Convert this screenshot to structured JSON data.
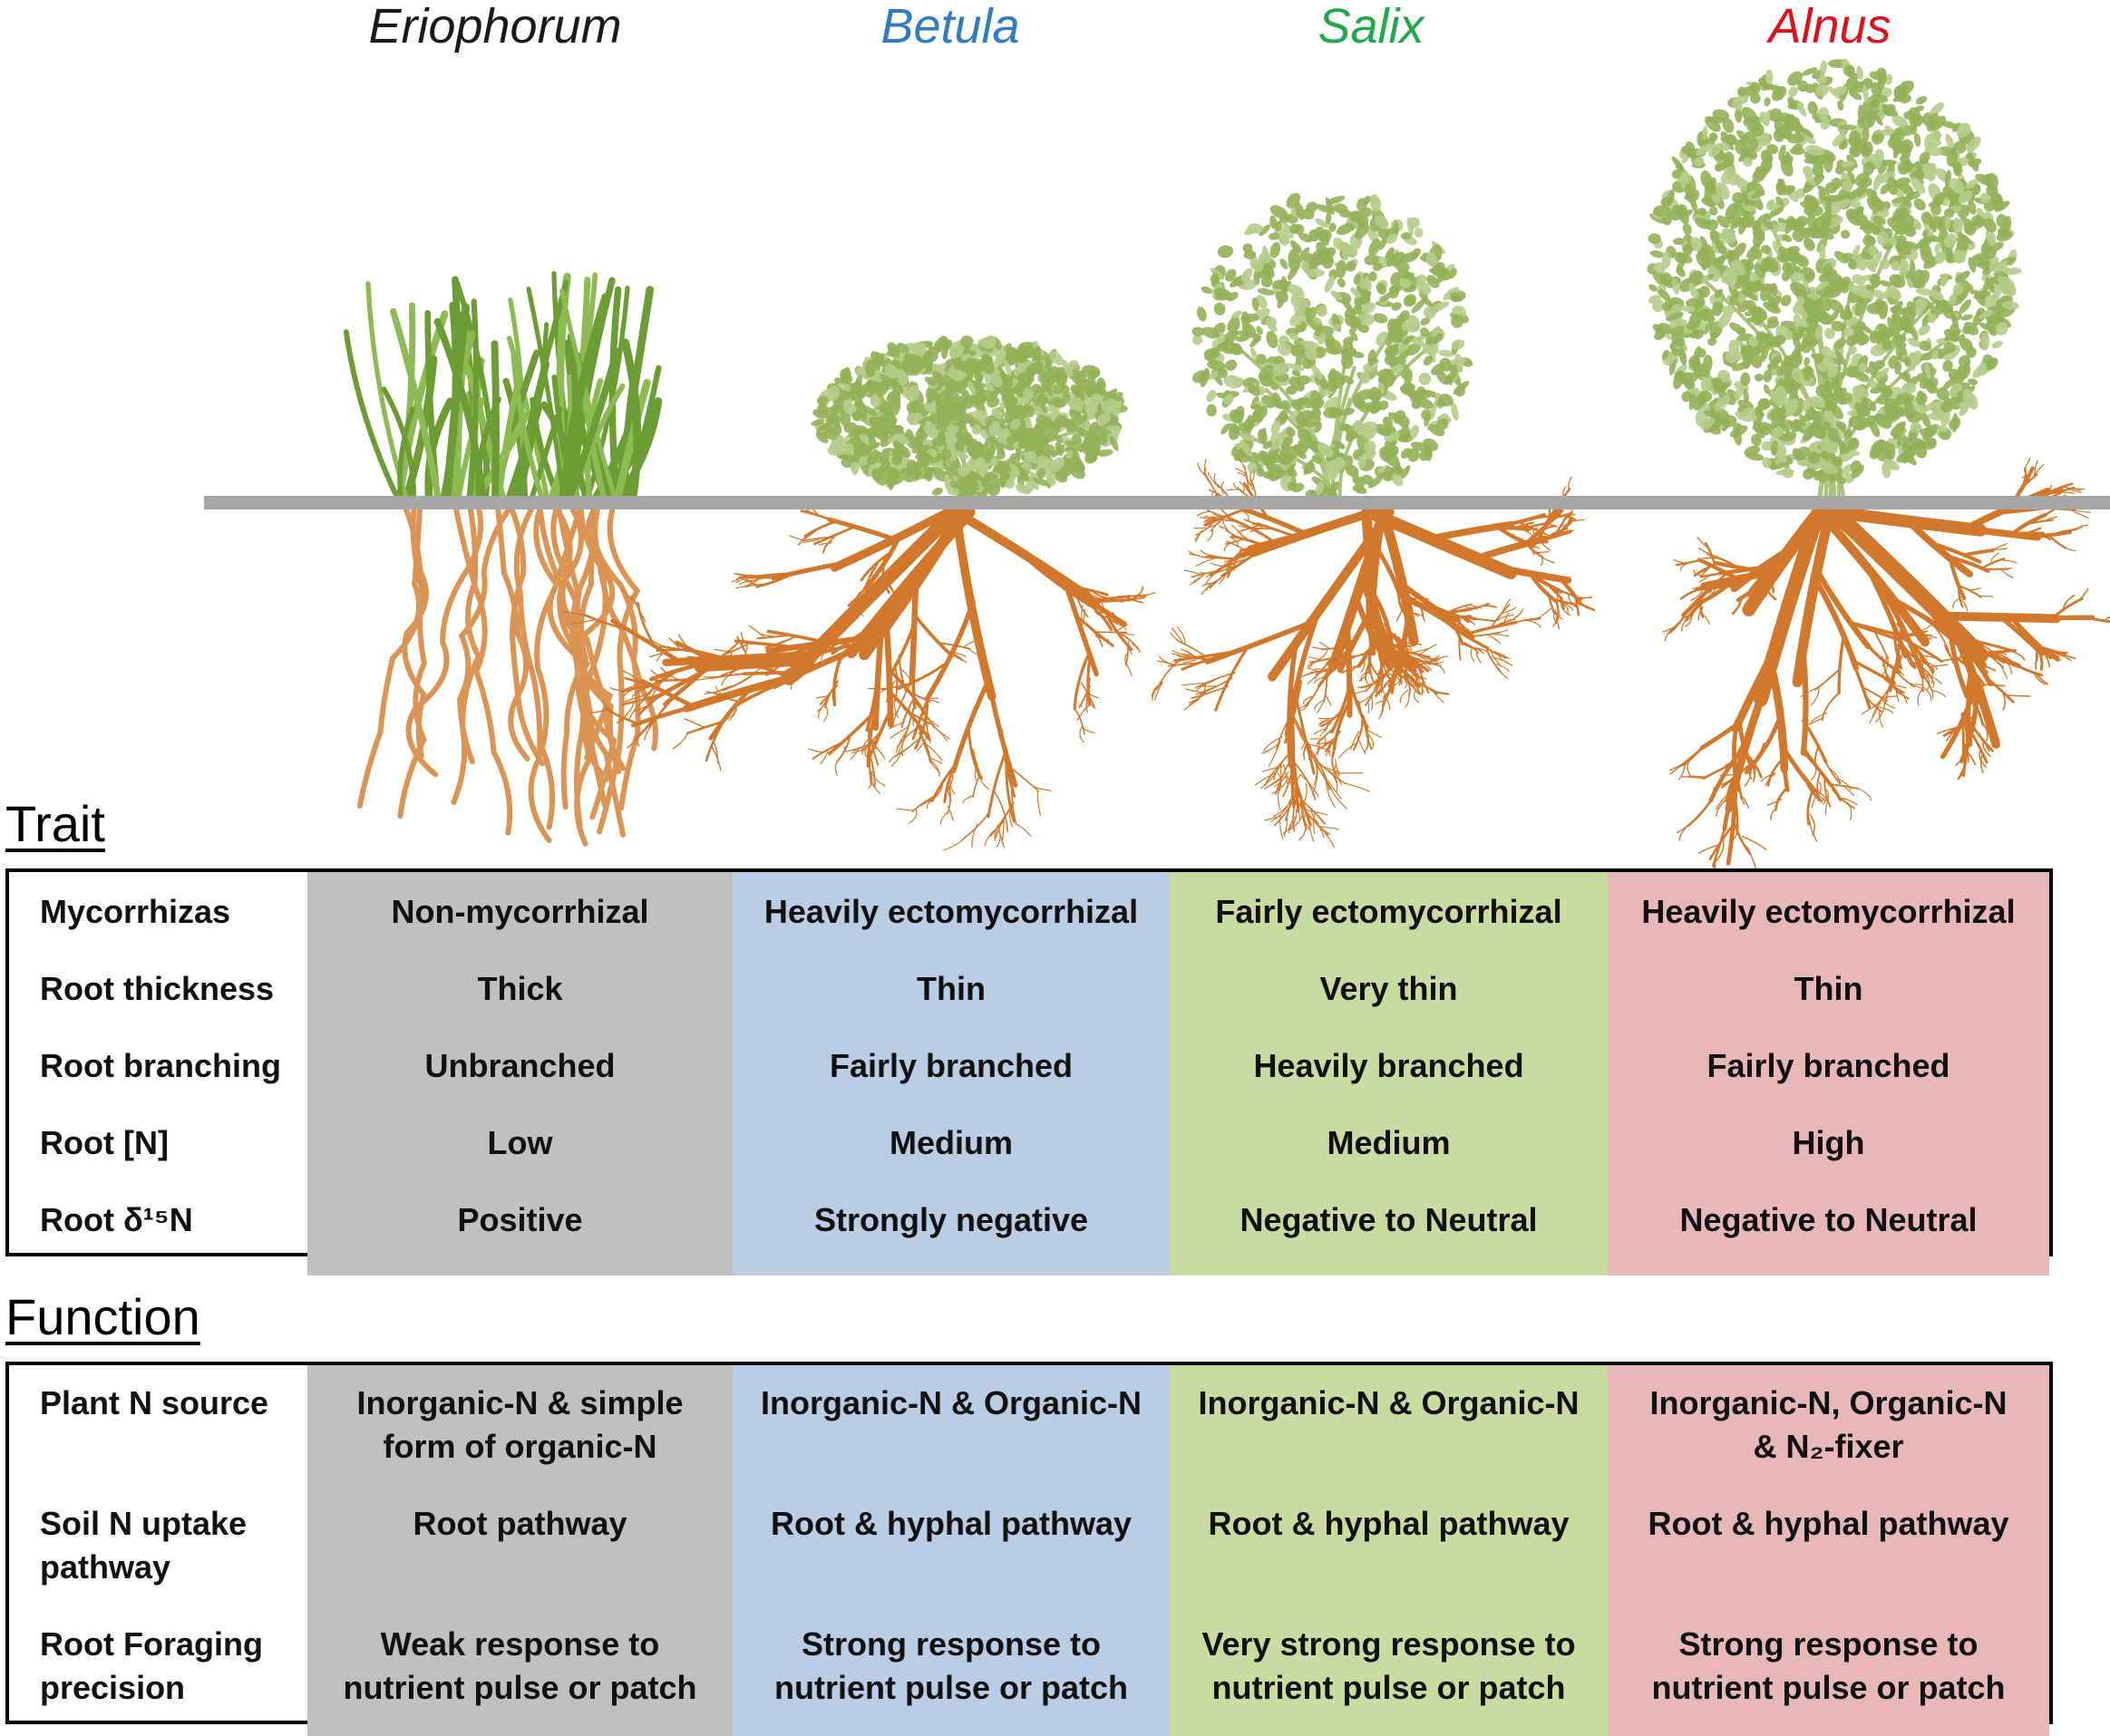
{
  "species": [
    {
      "name": "Eriophorum",
      "color": "#1a1a1a"
    },
    {
      "name": "Betula",
      "color": "#2f7cc3"
    },
    {
      "name": "Salix",
      "color": "#20a84a"
    },
    {
      "name": "Alnus",
      "color": "#e0101a"
    }
  ],
  "colors": {
    "ground": "#a6a6a6",
    "root": "#d2782c",
    "grass": "#6c9c34",
    "foliage": "#92b158",
    "col_eriophorum": "#c0c0c0",
    "col_betula": "#b9cde4",
    "col_salix": "#c8dba1",
    "col_alnus": "#e8b8b8"
  },
  "trait": {
    "title": "Trait",
    "rows": [
      {
        "label": "Mycorrhizas",
        "values": [
          "Non-mycorrhizal",
          "Heavily ectomycorrhizal",
          "Fairly ectomycorrhizal",
          "Heavily ectomycorrhizal"
        ]
      },
      {
        "label": "Root thickness",
        "values": [
          "Thick",
          "Thin",
          "Very thin",
          "Thin"
        ]
      },
      {
        "label": "Root branching",
        "values": [
          "Unbranched",
          "Fairly branched",
          "Heavily branched",
          "Fairly branched"
        ]
      },
      {
        "label": "Root [N]",
        "values": [
          "Low",
          "Medium",
          "Medium",
          "High"
        ]
      },
      {
        "label": "Root δ¹⁵N",
        "values": [
          "Positive",
          "Strongly negative",
          "Negative to Neutral",
          "Negative to Neutral"
        ]
      }
    ]
  },
  "function": {
    "title": "Function",
    "rows": [
      {
        "label": "Plant N source",
        "values": [
          "Inorganic-N & simple\nform of organic-N",
          "Inorganic-N & Organic-N",
          "Inorganic-N & Organic-N",
          "Inorganic-N, Organic-N\n& N₂-fixer"
        ]
      },
      {
        "label": "Soil N uptake\npathway",
        "values": [
          "Root pathway",
          "Root & hyphal pathway",
          "Root & hyphal pathway",
          "Root & hyphal pathway"
        ]
      },
      {
        "label": "Root Foraging\nprecision",
        "values": [
          "Weak response to\nnutrient pulse or patch",
          "Strong response to\nnutrient pulse or patch",
          "Very strong response to\nnutrient pulse or patch",
          "Strong response to\nnutrient pulse or patch"
        ]
      }
    ]
  }
}
